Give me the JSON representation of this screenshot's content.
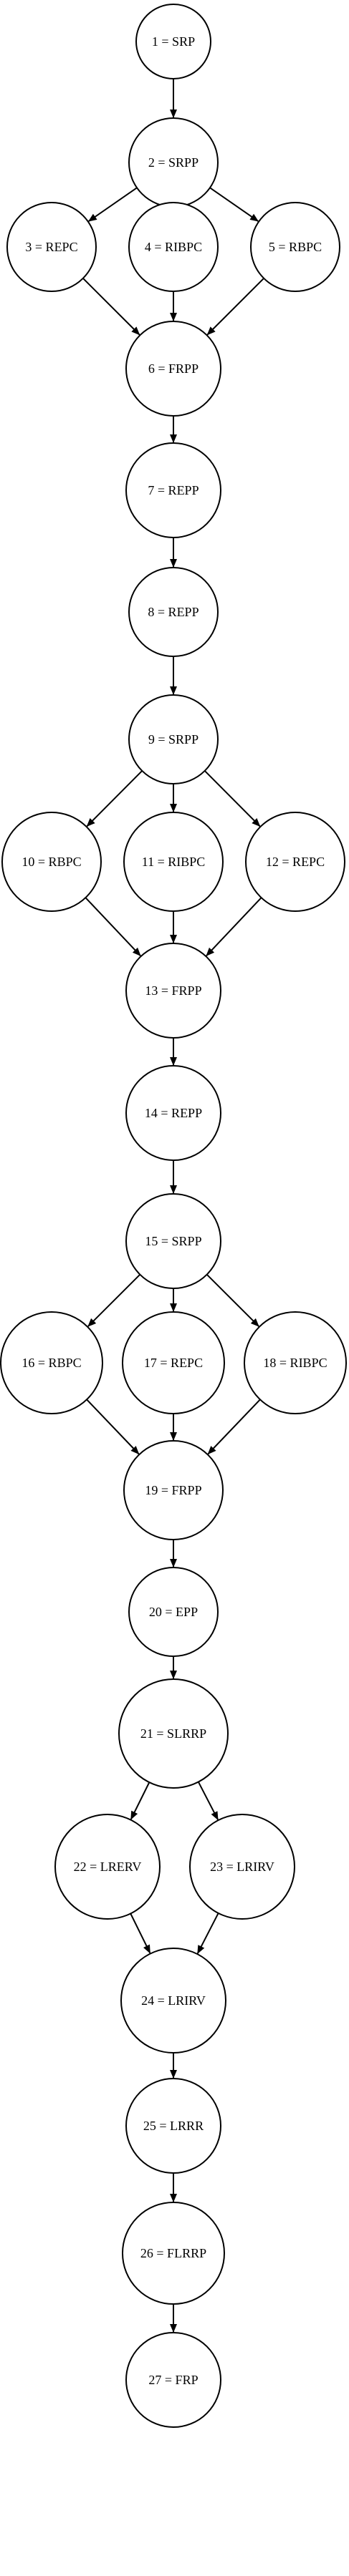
{
  "diagram": {
    "nodes": [
      {
        "id": "1",
        "label": "1 = SRP"
      },
      {
        "id": "2",
        "label": "2 = SRPP"
      },
      {
        "id": "3",
        "label": "3 = REPC"
      },
      {
        "id": "4",
        "label": "4 = RIBPC"
      },
      {
        "id": "5",
        "label": "5 = RBPC"
      },
      {
        "id": "6",
        "label": "6 = FRPP"
      },
      {
        "id": "7",
        "label": "7 = REPP"
      },
      {
        "id": "8",
        "label": "8 = REPP"
      },
      {
        "id": "9",
        "label": "9 = SRPP"
      },
      {
        "id": "10",
        "label": "10 = RBPC"
      },
      {
        "id": "11",
        "label": "11 = RIBPC"
      },
      {
        "id": "12",
        "label": "12 = REPC"
      },
      {
        "id": "13",
        "label": "13 = FRPP"
      },
      {
        "id": "14",
        "label": "14 = REPP"
      },
      {
        "id": "15",
        "label": "15 = SRPP"
      },
      {
        "id": "16",
        "label": "16 = RBPC"
      },
      {
        "id": "17",
        "label": "17 = REPC"
      },
      {
        "id": "18",
        "label": "18 = RIBPC"
      },
      {
        "id": "19",
        "label": "19 = FRPP"
      },
      {
        "id": "20",
        "label": "20 = EPP"
      },
      {
        "id": "21",
        "label": "21 = SLRRP"
      },
      {
        "id": "22",
        "label": "22 = LRERV"
      },
      {
        "id": "23",
        "label": "23 = LRIRV"
      },
      {
        "id": "24",
        "label": "24 = LRIRV"
      },
      {
        "id": "25",
        "label": "25 = LRRR"
      },
      {
        "id": "26",
        "label": "26 = FLRRP"
      },
      {
        "id": "27",
        "label": "27 = FRP"
      }
    ],
    "edges": [
      [
        "1",
        "2"
      ],
      [
        "2",
        "3"
      ],
      [
        "2",
        "4"
      ],
      [
        "2",
        "5"
      ],
      [
        "3",
        "6"
      ],
      [
        "4",
        "6"
      ],
      [
        "5",
        "6"
      ],
      [
        "6",
        "7"
      ],
      [
        "7",
        "8"
      ],
      [
        "8",
        "9"
      ],
      [
        "9",
        "10"
      ],
      [
        "9",
        "11"
      ],
      [
        "9",
        "12"
      ],
      [
        "10",
        "13"
      ],
      [
        "11",
        "13"
      ],
      [
        "12",
        "13"
      ],
      [
        "13",
        "14"
      ],
      [
        "14",
        "15"
      ],
      [
        "15",
        "16"
      ],
      [
        "15",
        "17"
      ],
      [
        "15",
        "18"
      ],
      [
        "16",
        "19"
      ],
      [
        "17",
        "19"
      ],
      [
        "18",
        "19"
      ],
      [
        "19",
        "20"
      ],
      [
        "20",
        "21"
      ],
      [
        "21",
        "22"
      ],
      [
        "21",
        "23"
      ],
      [
        "22",
        "24"
      ],
      [
        "23",
        "24"
      ],
      [
        "24",
        "25"
      ],
      [
        "25",
        "26"
      ],
      [
        "26",
        "27"
      ]
    ]
  }
}
